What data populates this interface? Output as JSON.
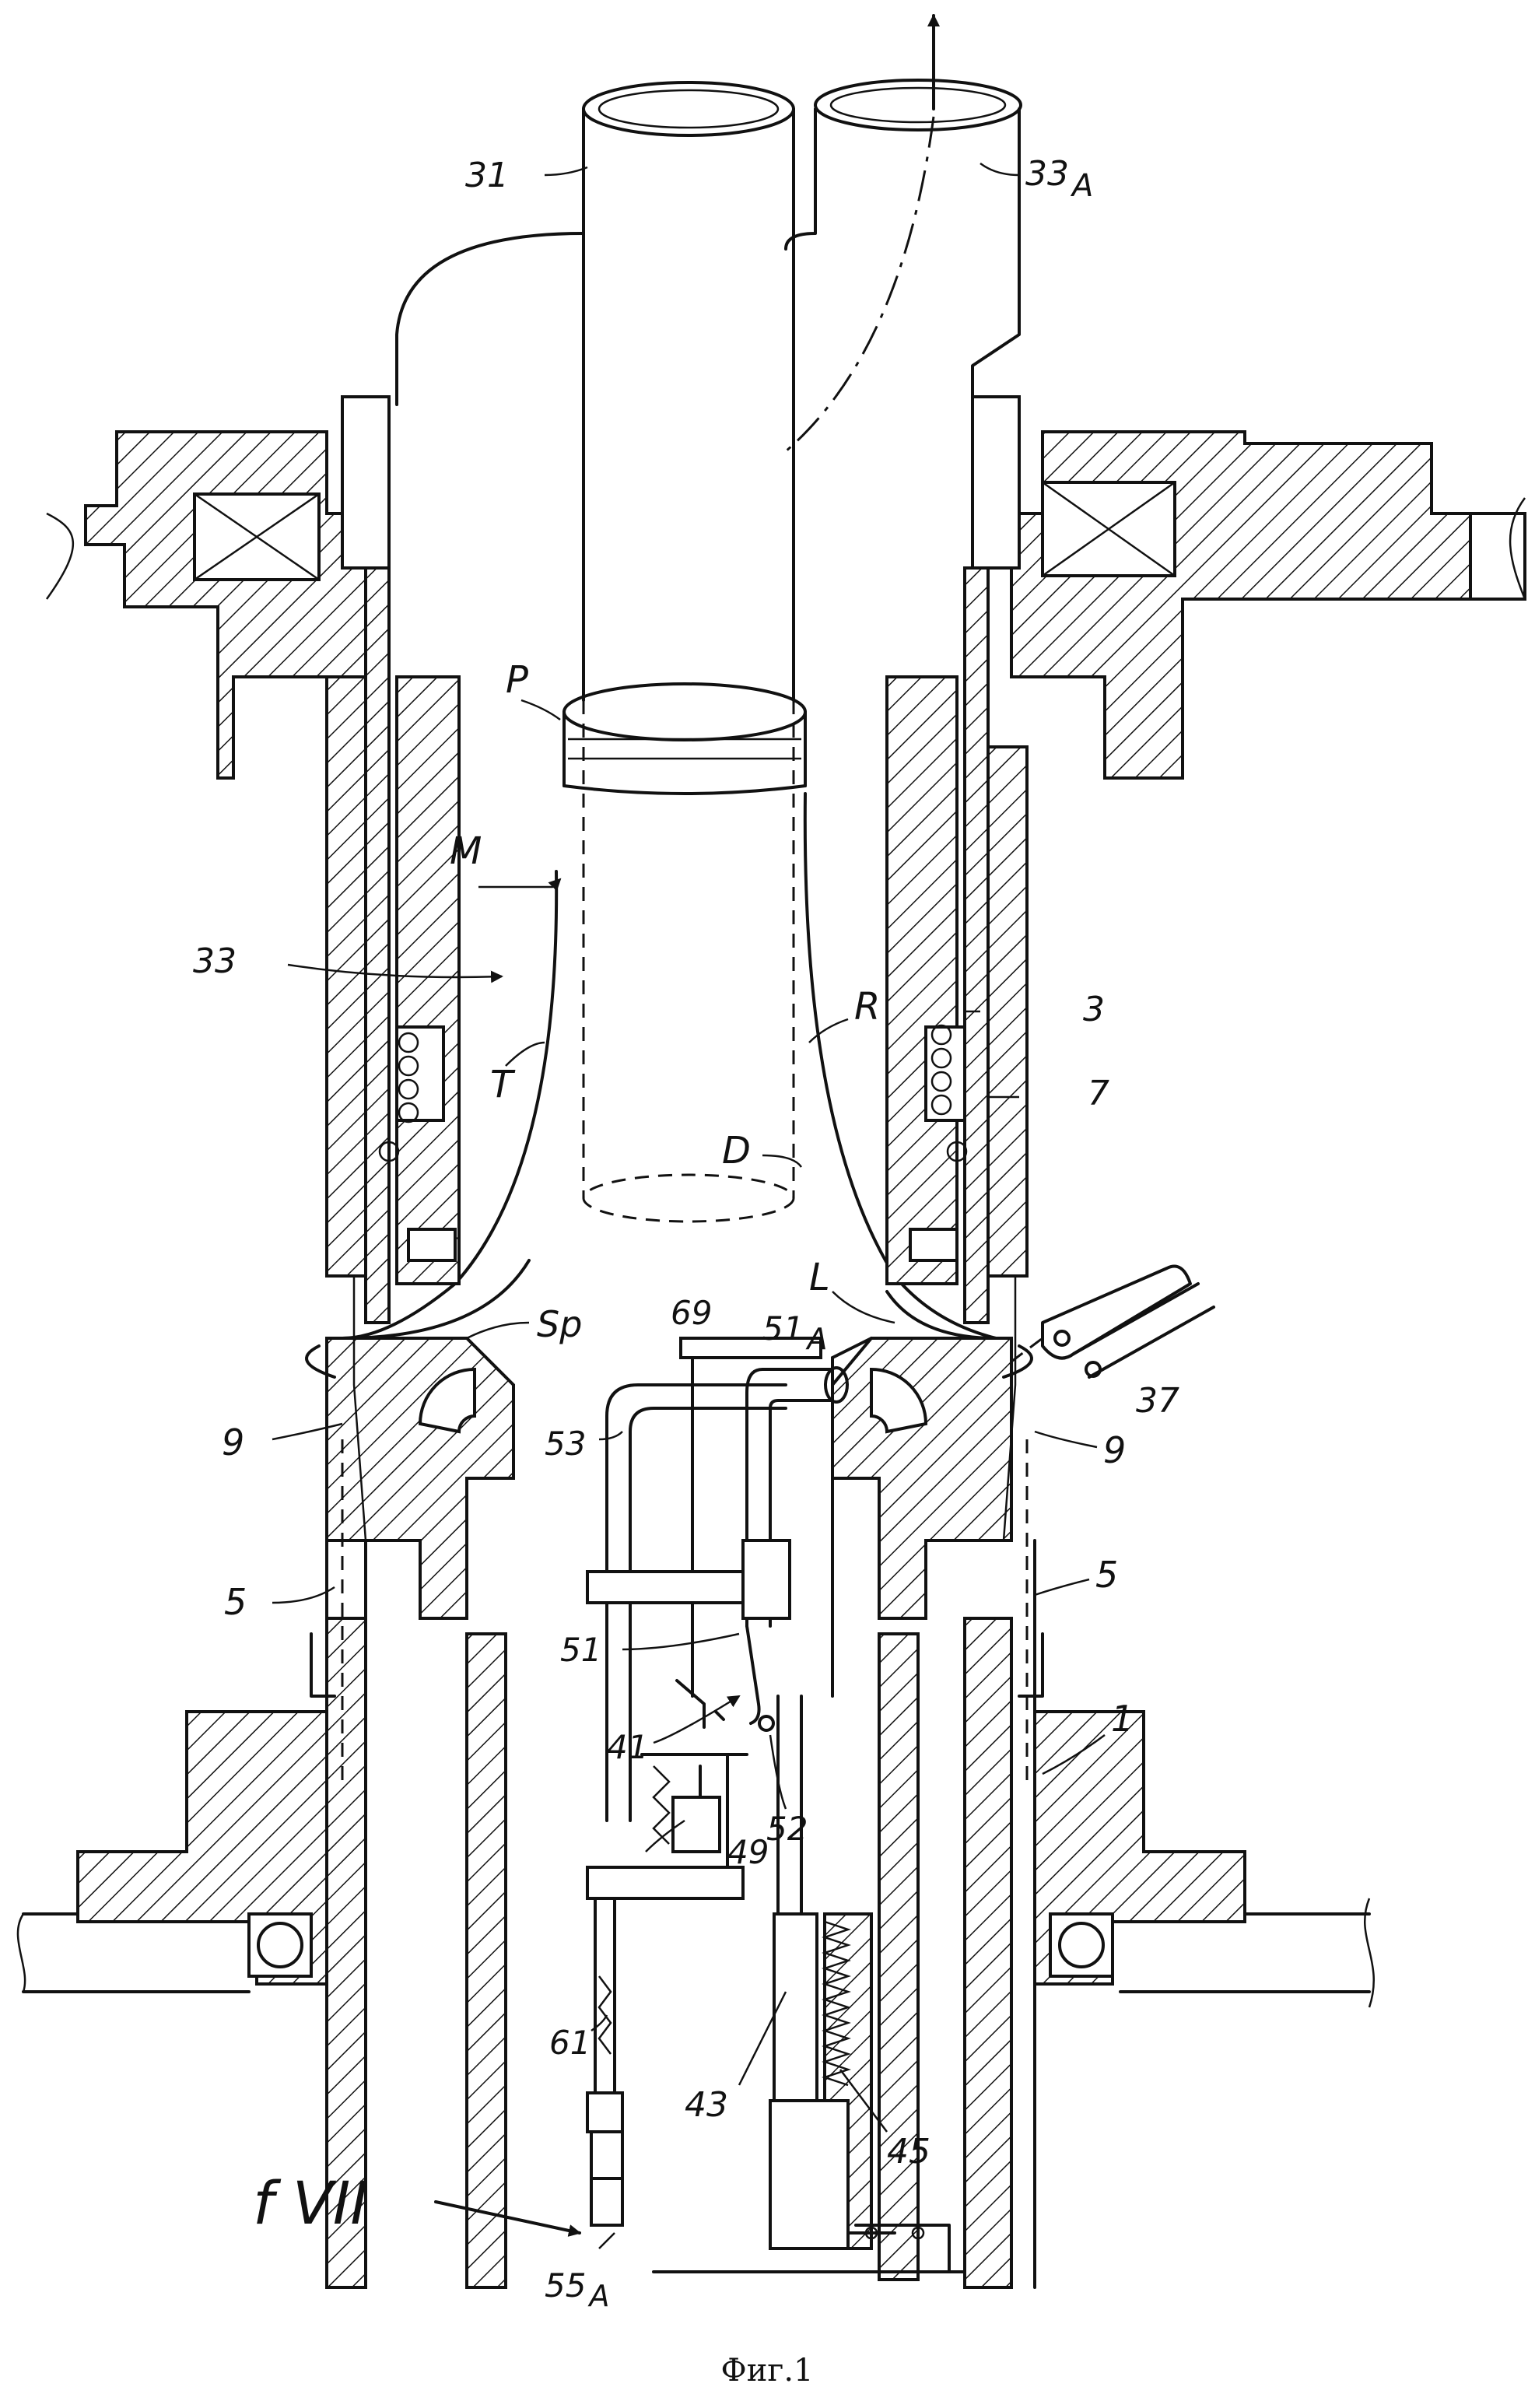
{
  "figure": {
    "caption": "Фиг.1",
    "labels": {
      "l31": "31",
      "l33A": "33",
      "l33A_sub": "A",
      "lP": "P",
      "lM": "M",
      "l33": "33",
      "lR": "R",
      "l3": "3",
      "lT": "T",
      "lD": "D",
      "l7": "7",
      "lL": "L",
      "lSp": "Sp",
      "l69": "69",
      "l51A": "51",
      "l51A_sub": "A",
      "l37": "37",
      "l9left": "9",
      "l9right": "9",
      "l53": "53",
      "l5left": "5",
      "l5right": "5",
      "l51": "51",
      "l1": "1",
      "l41": "41",
      "l52": "52",
      "l49": "49",
      "l61": "61",
      "l43": "43",
      "l45": "45",
      "lfVII": "f VII",
      "l55A": "55",
      "l55A_sub": "A"
    }
  }
}
